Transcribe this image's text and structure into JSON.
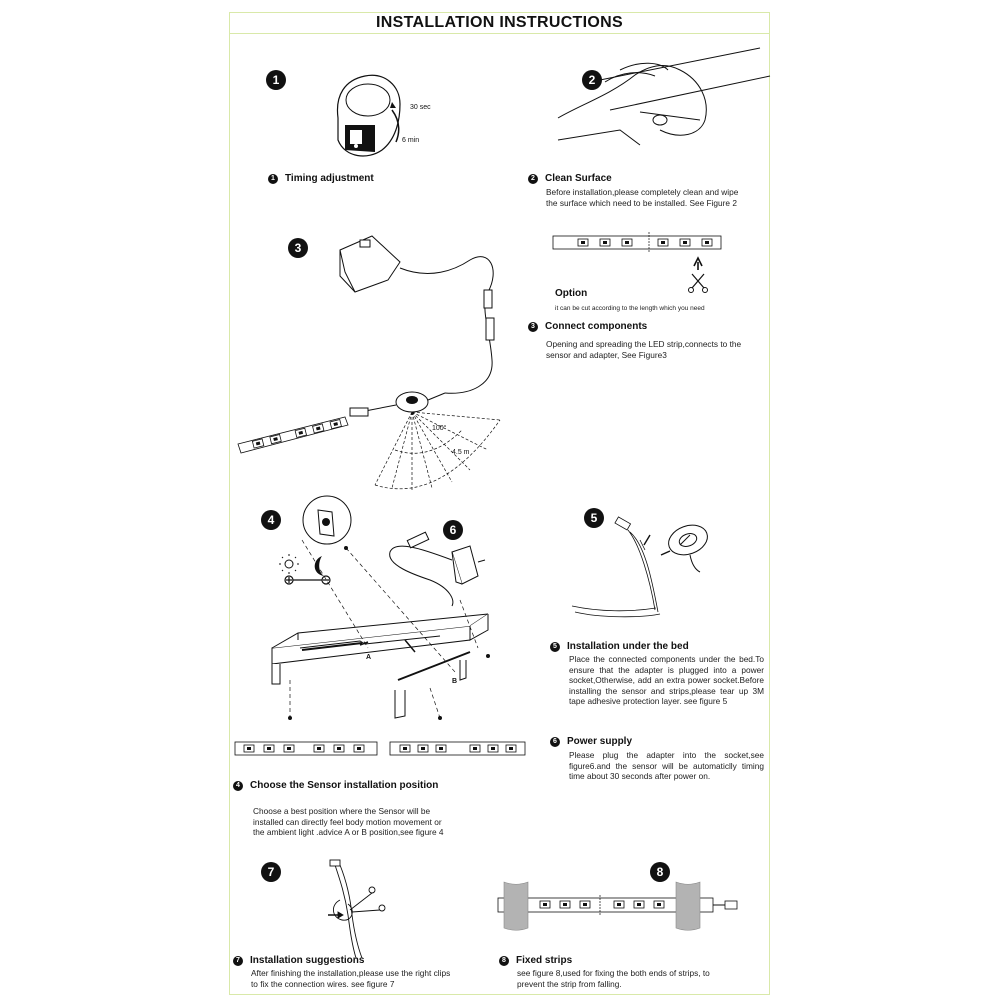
{
  "title": "INSTALLATION INSTRUCTIONS",
  "figures": {
    "fig1": {
      "badge": "1",
      "label_top": "30 sec",
      "label_bottom": "6 min"
    },
    "fig2": {
      "badge": "2"
    },
    "fig3": {
      "badge": "3",
      "angle": "100°",
      "range": "4.5 m"
    },
    "fig4": {
      "badge": "4"
    },
    "fig5": {
      "badge": "5"
    },
    "fig6": {
      "badge": "6"
    },
    "fig7": {
      "badge": "7"
    },
    "fig8": {
      "badge": "8"
    },
    "bed": {
      "point_a": "A",
      "point_b": "B"
    }
  },
  "steps": {
    "s1": {
      "num": "1",
      "title": "Timing adjustment"
    },
    "s2": {
      "num": "2",
      "title": "Clean Surface",
      "text": "Before installation,please completely clean and wipe the surface which need to be installed. See Figure 2"
    },
    "option": {
      "title": "Option",
      "text": "it can be cut according to the length which you need"
    },
    "s3": {
      "num": "3",
      "title": "Connect components",
      "text": "Opening and spreading the LED strip,connects to the sensor and adapter, See Figure3"
    },
    "s4": {
      "num": "4",
      "title": "Choose the Sensor installation position",
      "text": "Choose a best position where the Sensor will be installed can directly feel body motion movement or the ambient light .advice A or B position,see figure 4"
    },
    "s5": {
      "num": "5",
      "title": "Installation under the bed",
      "text": "Place the connected components under the bed.To ensure that the adapter is plugged into a power socket,Otherwise, add an extra power socket.Before installing the sensor and strips,please tear up 3M tape adhesive protection layer. see figure 5"
    },
    "s6": {
      "num": "6",
      "title": "Power supply",
      "text": "Please plug the adapter into the socket,see figure6.and the sensor will be automaticlly timing time about 30 seconds after power on."
    },
    "s7": {
      "num": "7",
      "title": "Installation suggestions",
      "text": "After finishing the installation,please use the right clips to fix the connection wires. see figure 7"
    },
    "s8": {
      "num": "8",
      "title": "Fixed strips",
      "text": "see figure 8,used for fixing the both ends of strips, to prevent the strip from falling."
    }
  }
}
